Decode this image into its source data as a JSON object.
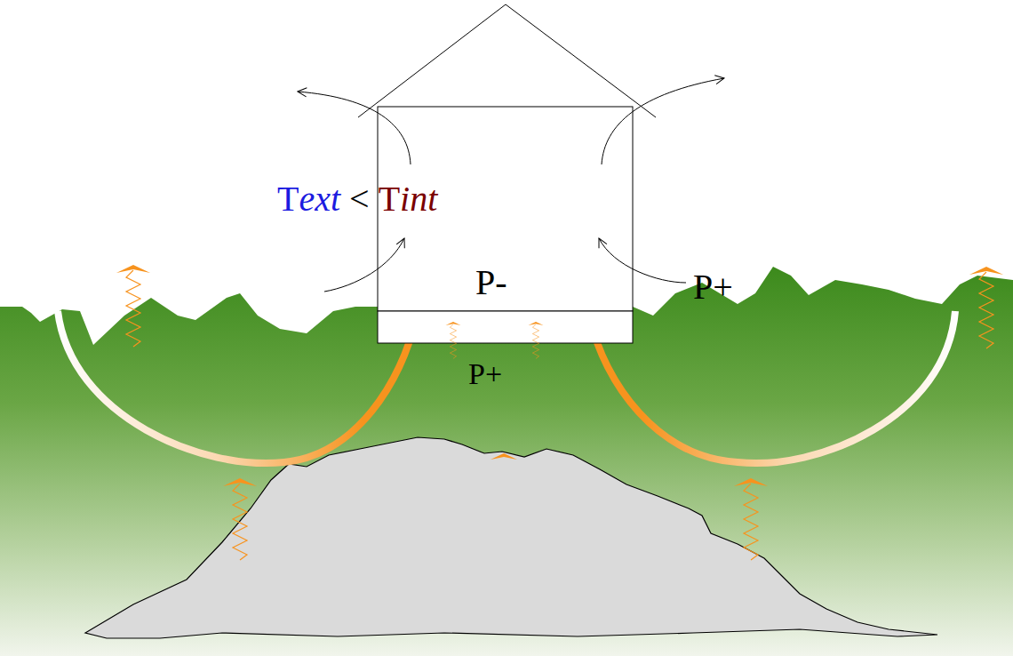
{
  "diagram": {
    "nodes": [
      {
        "text": [
          "Text",
          "<",
          "Tint",
          "P-"
        ]
      }
    ],
    "labels": [
      "P+",
      "P+"
    ]
  }
}
